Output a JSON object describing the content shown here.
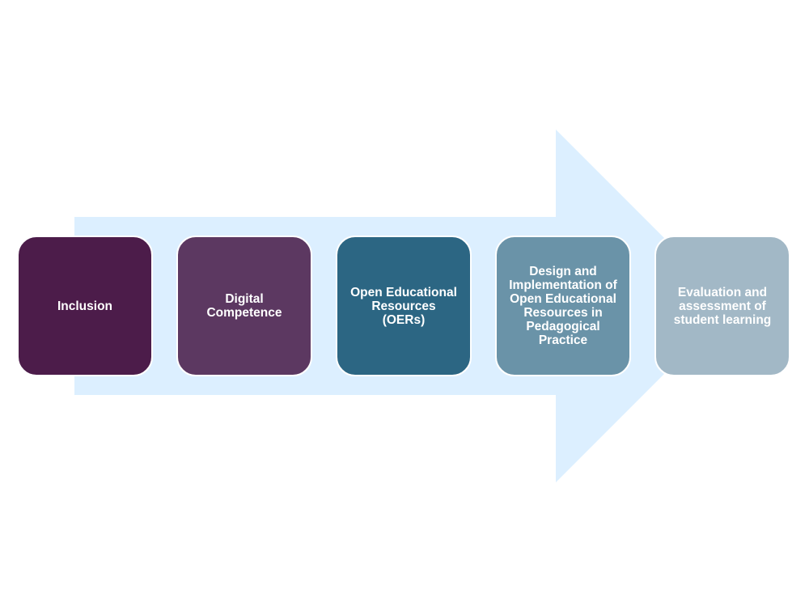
{
  "colors": {
    "arrow": "#dcefff",
    "step_1": "#4c1c4a",
    "step_2": "#5c3861",
    "step_3": "#2c6683",
    "step_4": "#6a93a8",
    "step_5": "#a2b8c6"
  },
  "steps": [
    {
      "label": "Inclusion"
    },
    {
      "label": "Digital\nCompetence"
    },
    {
      "label": "Open Educational\nResources\n(OERs)"
    },
    {
      "label": "Design and\nImplementation of\nOpen Educational\nResources in\nPedagogical\nPractice"
    },
    {
      "label": "Evaluation and\nassessment of\nstudent learning"
    }
  ]
}
